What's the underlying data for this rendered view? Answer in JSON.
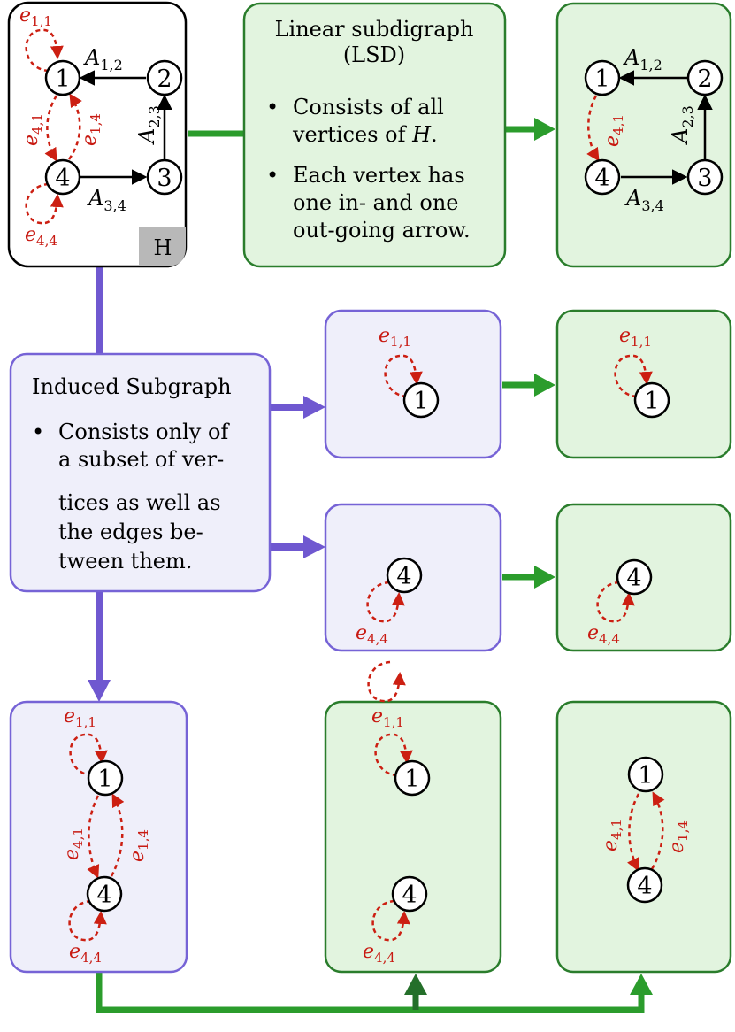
{
  "colors": {
    "green_fill": "#e2f4df",
    "green_stroke": "#2a7d2c",
    "green_arrow": "#2b9c2c",
    "green_arrow_dark": "#246f2a",
    "purple_fill": "#efeffa",
    "purple_stroke": "#7663d6",
    "purple_arrow": "#6f58d0",
    "red_edge": "#cc1f12",
    "black": "#000000",
    "tag_gray": "#b8b8b8"
  },
  "graph_h": {
    "tag": "H",
    "vertices": [
      "1",
      "2",
      "3",
      "4"
    ],
    "edges": {
      "a12": {
        "base": "A",
        "sub": "1,2"
      },
      "a23": {
        "base": "A",
        "sub": "2,3"
      },
      "a34": {
        "base": "A",
        "sub": "3,4"
      },
      "e11": {
        "base": "e",
        "sub": "1,1"
      },
      "e41": {
        "base": "e",
        "sub": "4,1"
      },
      "e14": {
        "base": "e",
        "sub": "1,4"
      },
      "e44": {
        "base": "e",
        "sub": "4,4"
      }
    }
  },
  "lsd_box": {
    "title_line1": "Linear subdigraph",
    "title_line2": "(LSD)",
    "bullet1_line1": "Consists of all",
    "bullet1_line2_prefix": "vertices of ",
    "bullet1_line2_var": "H",
    "bullet1_line2_suffix": ".",
    "bullet2_line1": "Each vertex has",
    "bullet2_line2": "one in- and one",
    "bullet2_line3": "out-going arrow.",
    "bullet_symbol": "•"
  },
  "induced_box": {
    "title": "Induced Subgraph",
    "bullet_symbol": "•",
    "lines": [
      "Consists only of",
      "a subset of ver-",
      "tices as well as",
      "the edges be-",
      "tween them."
    ]
  }
}
